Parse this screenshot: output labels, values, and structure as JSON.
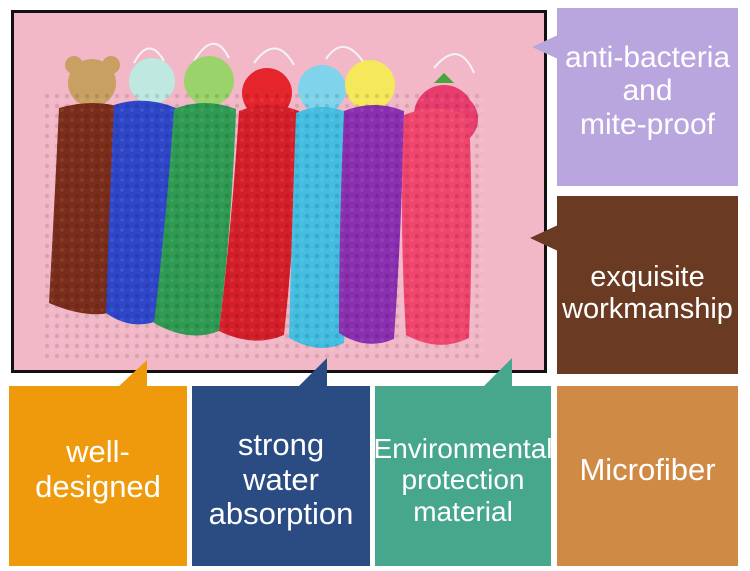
{
  "photo": {
    "alt_icon": "chenille-hand-towels-photo"
  },
  "features": {
    "anti_bacteria": "anti-bacteria\nand\nmite-proof",
    "workmanship": "exquisite\nworkmanship",
    "well_designed": "well-designed",
    "water_absorption": "strong\nwater\nabsorption",
    "environmental": "Environmental\nprotection\nmaterial",
    "microfiber": "Microfiber"
  },
  "colors": {
    "background_pink": "#f2b8c8",
    "lavender": "#b9a6df",
    "brown": "#6b3a22",
    "orange": "#ef9a0c",
    "navy": "#2b4c83",
    "teal": "#47a78c",
    "tan": "#cf8b45"
  }
}
